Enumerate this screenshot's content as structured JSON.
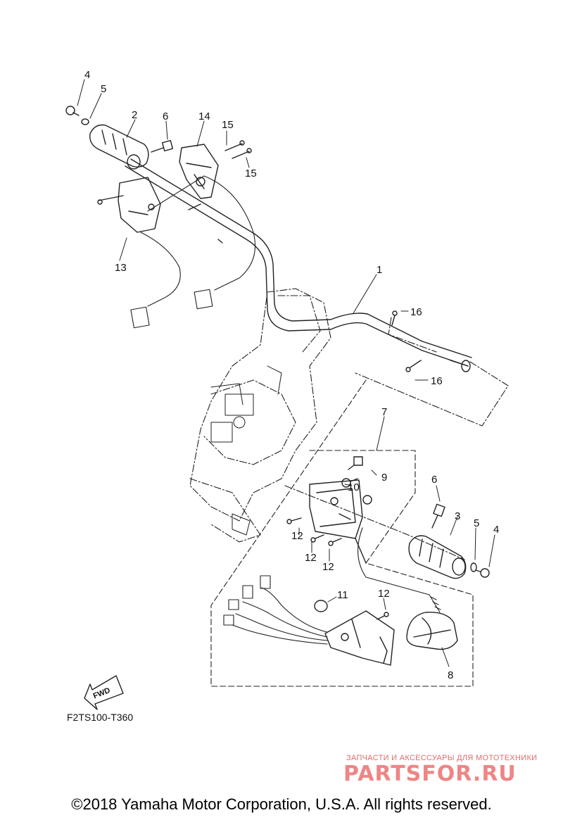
{
  "diagram": {
    "callouts": {
      "c1": "1",
      "c2": "2",
      "c3": "3",
      "c4a": "4",
      "c4b": "4",
      "c5a": "5",
      "c5b": "5",
      "c6a": "6",
      "c6b": "6",
      "c7": "7",
      "c8": "8",
      "c9": "9",
      "c10": "10",
      "c11": "11",
      "c12a": "12",
      "c12b": "12",
      "c12c": "12",
      "c12d": "12",
      "c13": "13",
      "c14": "14",
      "c15a": "15",
      "c15b": "15",
      "c16a": "16",
      "c16b": "16"
    },
    "fwd_label": "FWD",
    "reference_code": "F2TS100-T360"
  },
  "watermark": {
    "tagline": "ЗАПЧАСТИ И АКСЕССУАРЫ ДЛЯ МОТОТЕХНИКИ",
    "logo": "PARTSFOR.RU"
  },
  "footer": {
    "copyright": "©2018 Yamaha Motor Corporation, U.S.A. All rights reserved."
  }
}
